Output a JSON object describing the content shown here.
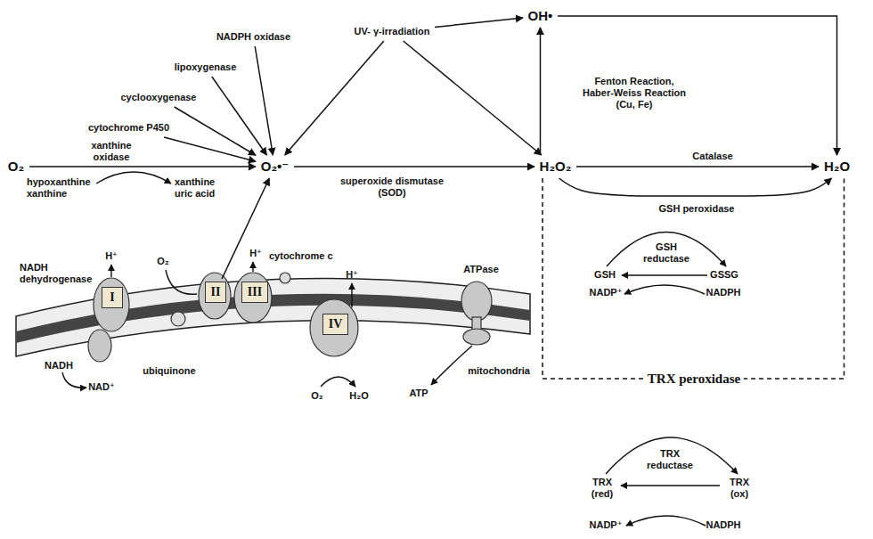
{
  "diagram": {
    "nodes": [
      {
        "text": [
          "NADPH oxidase"
        ]
      },
      {
        "text": [
          "UV- γ-irradiation"
        ]
      },
      {
        "text": [
          "OH•"
        ]
      },
      {
        "text": [
          "lipoxygenase"
        ]
      },
      {
        "text": [
          "cyclooxygenase"
        ]
      },
      {
        "text": [
          "cytochrome P450"
        ]
      },
      {
        "text": [
          "O₂"
        ]
      },
      {
        "text": [
          "O₂•⁻"
        ]
      },
      {
        "text": [
          "H₂O₂"
        ]
      },
      {
        "text": [
          "H₂O"
        ]
      },
      {
        "text": [
          "I"
        ]
      },
      {
        "text": [
          "II"
        ]
      },
      {
        "text": [
          "III"
        ]
      },
      {
        "text": [
          "IV"
        ]
      }
    ],
    "edges": [
      {
        "from": 5,
        "to": 7,
        "arrow": "to"
      },
      {
        "from": 4,
        "to": 7,
        "arrow": "to"
      },
      {
        "from": 3,
        "to": 7,
        "arrow": "to"
      },
      {
        "from": 0,
        "to": 7,
        "arrow": "to"
      },
      {
        "from": 1,
        "to": 7,
        "arrow": "to"
      },
      {
        "from": 1,
        "to": 2,
        "arrow": "to"
      },
      {
        "from": 1,
        "to": 8,
        "arrow": "to"
      },
      {
        "from": 6,
        "to": 7,
        "label": "xanthine oxidase",
        "arrow": "to"
      },
      {
        "from": 7,
        "to": 8,
        "label": "superoxide dismutase (SOD)",
        "arrow": "to"
      },
      {
        "from": 8,
        "to": 9,
        "label": "Catalase",
        "arrow": "to"
      },
      {
        "from": 8,
        "to": 2,
        "label": "Fenton Reaction, Haber-Weiss Reaction (Cu, Fe)",
        "arrow": "to"
      },
      {
        "from": 2,
        "to": 9,
        "arrow": "to"
      },
      {
        "from": 8,
        "to": 9,
        "label": "GSH peroxidase",
        "arrow": "to"
      },
      {
        "from": 8,
        "to": 9,
        "label": "TRX peroxidase",
        "arrow": "none"
      },
      {
        "from": 11,
        "to": 7,
        "arrow": "to"
      }
    ],
    "labels": [
      "hypoxanthine xanthine",
      "xanthine uric acid",
      "GSH",
      "GSH reductase",
      "GSSG",
      "NADP⁺",
      "NADPH",
      "TRX (red)",
      "TRX reductase",
      "TRX (ox)",
      "NADP⁺",
      "NADPH",
      "NADH dehydrogenase",
      "H⁺",
      "O₂",
      "H⁺",
      "cytochrome c",
      "H⁺",
      "ATPase",
      "ubiquinone",
      "NADH",
      "NAD⁺",
      "O₂",
      "H₂O",
      "ATP",
      "mitochondria"
    ]
  }
}
